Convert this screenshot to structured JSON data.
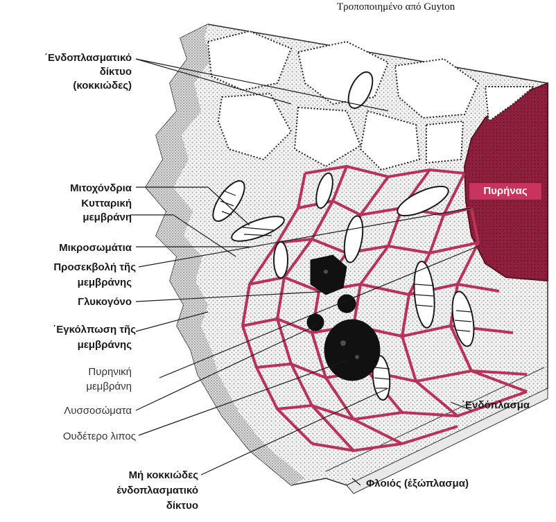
{
  "credit": "Τροποποιημένο από Guyton",
  "labels": {
    "er_rough_1": "΄Ενδοπλασματικό",
    "er_rough_2": "δίκτυο",
    "er_rough_3": "(κοκκιώδες)",
    "mito": "Μιτοχόνδρια",
    "membrane_1": "Κυτταρική",
    "membrane_2": "μεμβράνη",
    "microbodies": "Μικροσωμάτια",
    "projection_1": "Προσεκβολή τῆς",
    "projection_2": "μεμβράνης",
    "glycogen": "Γλυκογόνο",
    "invagination_1": "΄Εγκόλπωση τῆς",
    "invagination_2": "μεμβράνης",
    "nuclear_membrane_1": "Πυρηνική",
    "nuclear_membrane_2": "μεμβράνη",
    "lysosomes": "Λυσσοσώματα",
    "neutral_fat": "Ουδέτερο λιπος",
    "smooth_er_1": "Μή κοκκιώδες",
    "smooth_er_2": "ένδοπλασματικό",
    "smooth_er_3": "δίκτυο",
    "nucleus": "Πυρήνας",
    "endoplasm": "΄Ενδόπλασμα",
    "cortex": "Φλοιός (ἐξώπλασμα)"
  },
  "colors": {
    "membrane": "#b8325a",
    "nucleus": "#8e1f3c",
    "stipple": "#bdbdbd",
    "ink": "#1a1a1a"
  }
}
